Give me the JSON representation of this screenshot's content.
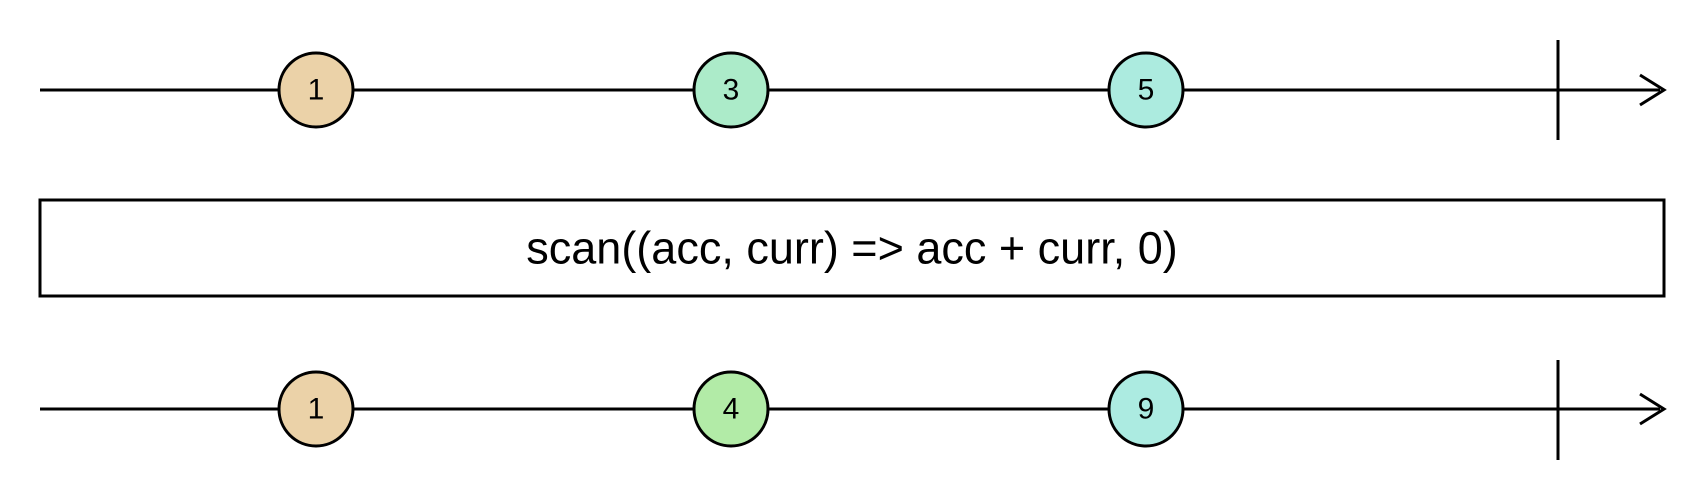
{
  "operator": {
    "label": "scan((acc, curr) => acc + curr, 0)"
  },
  "input": {
    "marbles": [
      {
        "label": "1",
        "color": "#ebd2a8"
      },
      {
        "label": "3",
        "color": "#acebc9"
      },
      {
        "label": "5",
        "color": "#acebdf"
      }
    ]
  },
  "output": {
    "marbles": [
      {
        "label": "1",
        "color": "#ebd2a8"
      },
      {
        "label": "4",
        "color": "#b2eba7"
      },
      {
        "label": "9",
        "color": "#acebe1"
      }
    ]
  }
}
